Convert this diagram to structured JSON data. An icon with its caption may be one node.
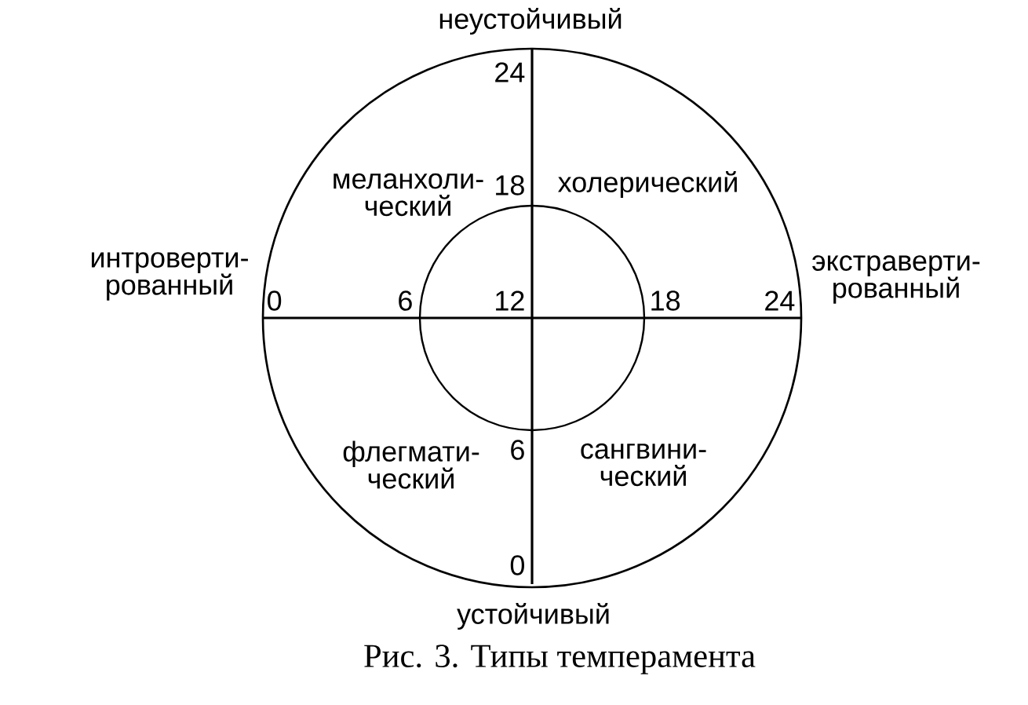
{
  "diagram": {
    "caption": "Рис. 3. Типы темперамента",
    "labels": [
      "неустойчивый",
      "24",
      "меланхоли- ческий",
      "18",
      "холерический",
      "интроверти- рованный",
      "экстраверти- рованный",
      "0",
      "6",
      "12",
      "18",
      "24",
      "флегмати- ческий",
      "6",
      "сангвини- ческий",
      "0",
      "устойчивый"
    ]
  }
}
